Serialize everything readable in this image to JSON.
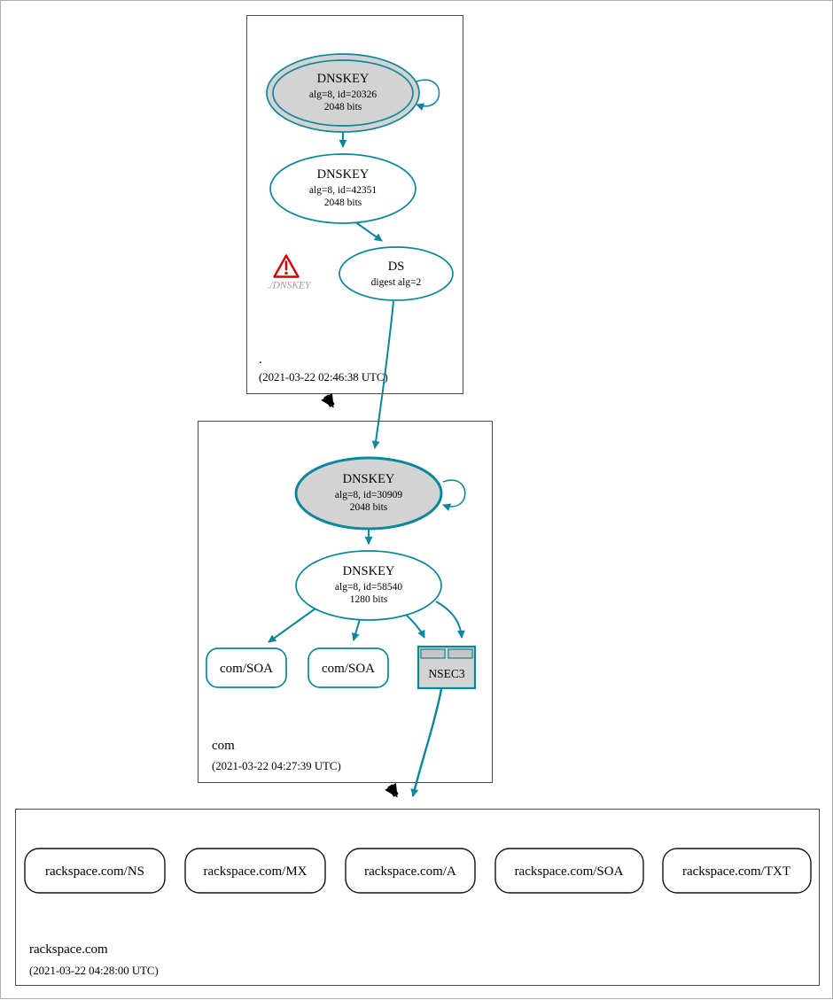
{
  "diagram": {
    "type": "dnssec-authentication-chain"
  },
  "colors": {
    "secure_teal": "#0a879a",
    "ksk_fill": "#d3d3d3",
    "warning_red": "#d40000",
    "zone_border": "#4a4a4a"
  },
  "zones": {
    "root": {
      "name": ".",
      "timestamp": "(2021-03-22 02:46:38 UTC)",
      "ksk": {
        "title": "DNSKEY",
        "detail1": "alg=8, id=20326",
        "detail2": "2048 bits"
      },
      "zsk": {
        "title": "DNSKEY",
        "detail1": "alg=8, id=42351",
        "detail2": "2048 bits"
      },
      "ds": {
        "title": "DS",
        "detail1": "digest alg=2"
      },
      "warning": {
        "label": "./DNSKEY"
      }
    },
    "com": {
      "name": "com",
      "timestamp": "(2021-03-22 04:27:39 UTC)",
      "ksk": {
        "title": "DNSKEY",
        "detail1": "alg=8, id=30909",
        "detail2": "2048 bits"
      },
      "zsk": {
        "title": "DNSKEY",
        "detail1": "alg=8, id=58540",
        "detail2": "1280 bits"
      },
      "soa1": {
        "label": "com/SOA"
      },
      "soa2": {
        "label": "com/SOA"
      },
      "nsec3": {
        "label": "NSEC3"
      }
    },
    "rackspace": {
      "name": "rackspace.com",
      "timestamp": "(2021-03-22 04:28:00 UTC)",
      "records": [
        {
          "label": "rackspace.com/NS"
        },
        {
          "label": "rackspace.com/MX"
        },
        {
          "label": "rackspace.com/A"
        },
        {
          "label": "rackspace.com/SOA"
        },
        {
          "label": "rackspace.com/TXT"
        }
      ]
    }
  }
}
